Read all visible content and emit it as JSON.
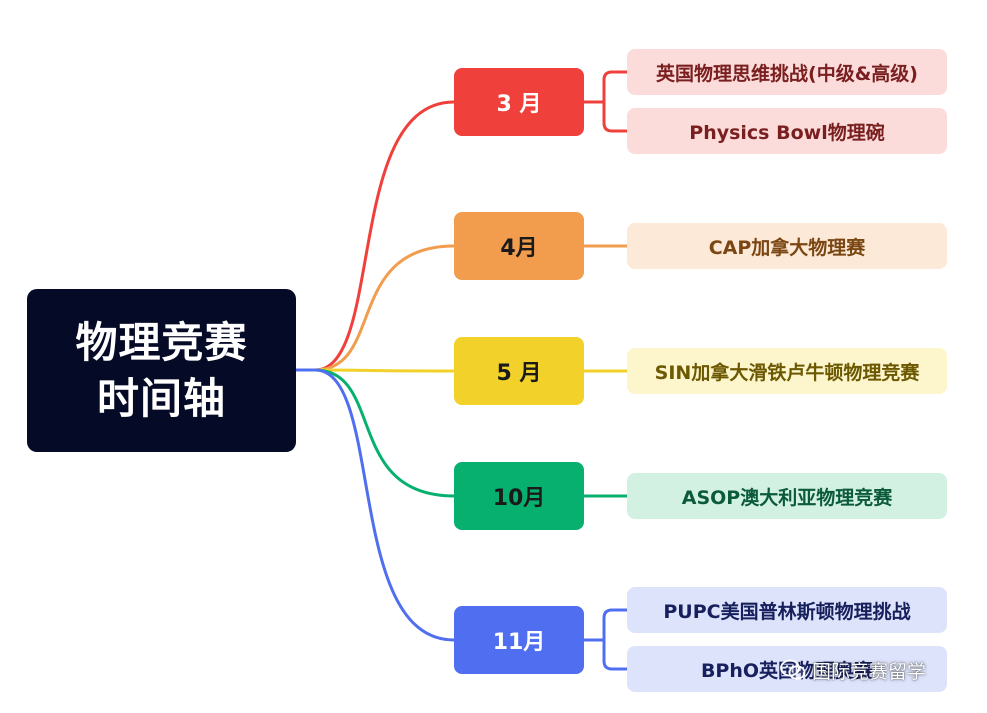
{
  "root": {
    "line1": "物理竞赛",
    "line2": "时间轴"
  },
  "months": [
    {
      "label": "3 月",
      "color": "#f0403b",
      "text_color": "#ffffff"
    },
    {
      "label": "4月",
      "color": "#f29c4e",
      "text_color": "#1a1a1a"
    },
    {
      "label": "5 月",
      "color": "#f1d12a",
      "text_color": "#1a1a1a"
    },
    {
      "label": "10月",
      "color": "#08b06f",
      "text_color": "#1a1a1a"
    },
    {
      "label": "11月",
      "color": "#4f6ff0",
      "text_color": "#ffffff"
    }
  ],
  "competitions": [
    {
      "month_index": 0,
      "label": "英国物理思维挑战(中级&高级)",
      "bg": "#fcdcdb",
      "text_color": "#7a1f1f"
    },
    {
      "month_index": 0,
      "label": "Physics Bowl物理碗",
      "bg": "#fcdcdb",
      "text_color": "#7a1f1f"
    },
    {
      "month_index": 1,
      "label": "CAP加拿大物理赛",
      "bg": "#fde9d8",
      "text_color": "#7a4612"
    },
    {
      "month_index": 2,
      "label": "SIN加拿大滑铁卢牛顿物理竞赛",
      "bg": "#fdf5cc",
      "text_color": "#6b5800"
    },
    {
      "month_index": 3,
      "label": "ASOP澳大利亚物理竞赛",
      "bg": "#d3f1e3",
      "text_color": "#0b5a3a"
    },
    {
      "month_index": 4,
      "label": "PUPC美国普林斯顿物理挑战",
      "bg": "#dde3fb",
      "text_color": "#17205c"
    },
    {
      "month_index": 4,
      "label": "BPhO英国物理奥赛",
      "bg": "#dde3fb",
      "text_color": "#17205c"
    }
  ],
  "watermark": {
    "text": "国际竞赛留学",
    "icon": "wechat-icon"
  }
}
